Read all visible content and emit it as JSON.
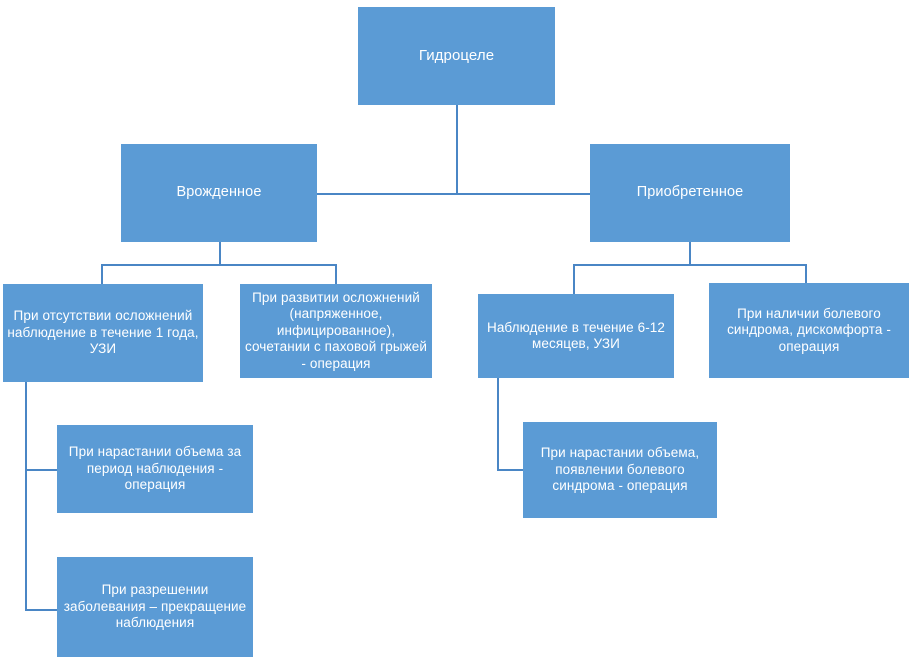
{
  "diagram": {
    "title": "Гидроцеле",
    "type": "flowchart",
    "palette": {
      "node_fill": "#5B9BD5",
      "node_text": "#FFFFFF",
      "connector": "#4A86C5",
      "background": "#FFFFFF"
    },
    "nodes": {
      "root": {
        "label": "Гидроцеле",
        "level": 1
      },
      "congenital": {
        "label": "Врожденное",
        "level": 2
      },
      "acquired": {
        "label": "Приобретенное",
        "level": 2
      },
      "congenital_observation": {
        "label": "При отсутствии осложнений наблюдение в течение 1 года, УЗИ",
        "level": 3
      },
      "congenital_complications": {
        "label": "При развитии осложнений (напряженное, инфицированное), сочетании с паховой грыжей - операция",
        "level": 3
      },
      "acquired_observation": {
        "label": "Наблюдение в течение 6-12 месяцев, УЗИ",
        "level": 3
      },
      "acquired_pain": {
        "label": "При наличии болевого синдрома, дискомфорта - операция",
        "level": 3
      },
      "congenital_volume_growth": {
        "label": "При нарастании объема за период наблюдения - операция",
        "level": 4
      },
      "congenital_resolution": {
        "label": "При разрешении заболевания – прекращение наблюдения",
        "level": 4
      },
      "acquired_volume_growth": {
        "label": "При нарастании объема, появлении болевого синдрома - операция",
        "level": 4
      }
    }
  }
}
